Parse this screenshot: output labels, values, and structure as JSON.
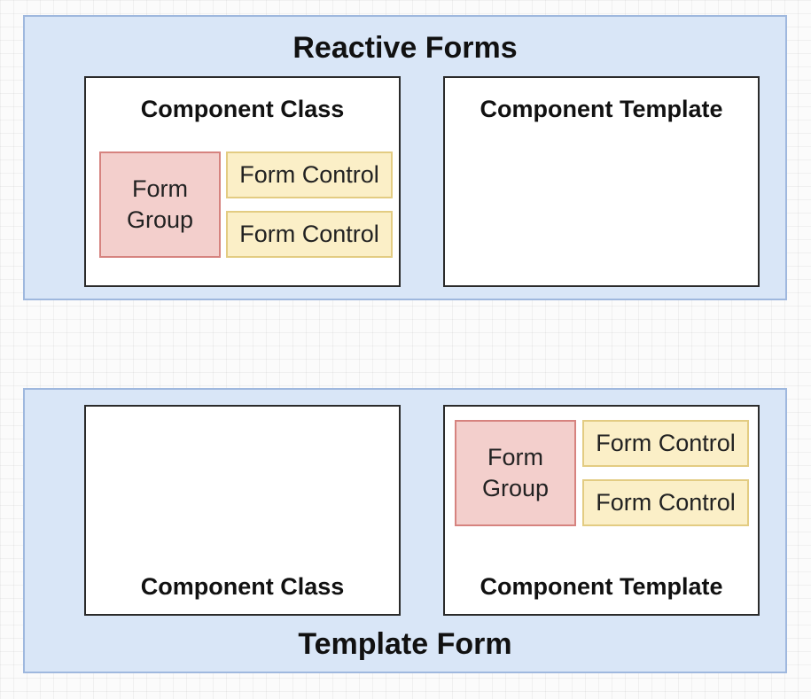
{
  "reactive_forms": {
    "title": "Reactive Forms",
    "class_box": {
      "title": "Component Class",
      "group_label": "Form\nGroup",
      "controls": [
        "Form Control",
        "Form Control"
      ]
    },
    "template_box": {
      "title": "Component Template"
    }
  },
  "template_form": {
    "title": "Template Form",
    "class_box": {
      "title": "Component Class"
    },
    "template_box": {
      "title": "Component Template",
      "group_label": "Form\nGroup",
      "controls": [
        "Form Control",
        "Form Control"
      ]
    }
  },
  "colors": {
    "panel_fill": "#d9e6f7",
    "panel_border": "#9fb8de",
    "group_fill": "#f3cfcc",
    "group_border": "#d6837f",
    "control_fill": "#fbefc7",
    "control_border": "#e3cc82"
  }
}
